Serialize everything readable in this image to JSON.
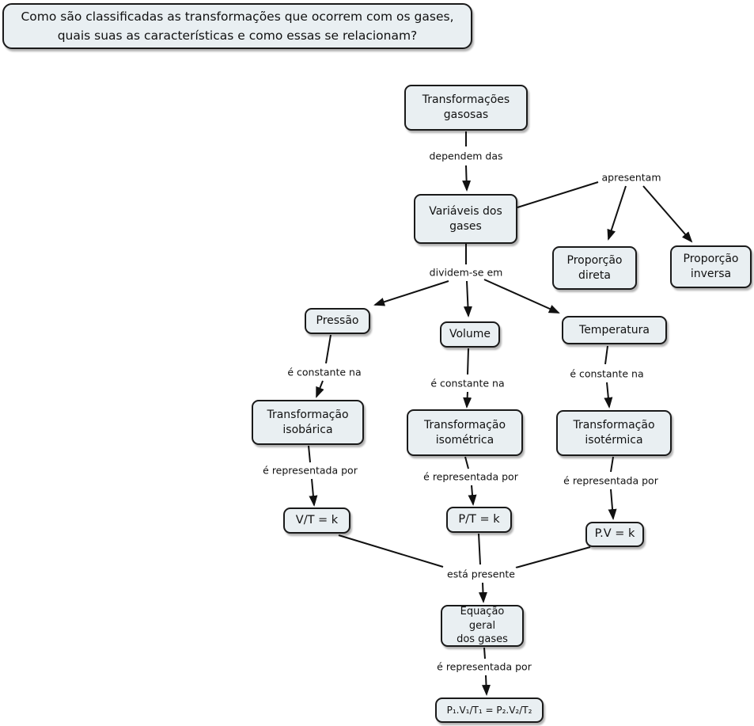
{
  "title": "Como são classificadas as transformações que ocorrem com os gases,\nquais suas as características e como essas se relacionam?",
  "nodes": {
    "transformacoes_gasosas": "Transformações\ngasosas",
    "variaveis_dos_gases": "Variáveis dos\ngases",
    "proporcao_direta": "Proporção\ndireta",
    "proporcao_inversa": "Proporção\ninversa",
    "pressao": "Pressão",
    "volume": "Volume",
    "temperatura": "Temperatura",
    "transformacao_isobarica": "Transformação\nisobárica",
    "transformacao_isometrica": "Transformação\nisométrica",
    "transformacao_isotermica": "Transformação\nisotérmica",
    "formula_isobarica": "V/T = k",
    "formula_isometrica": "P/T = k",
    "formula_isotermica": "P.V = k",
    "equacao_geral": "Equação geral\ndos gases",
    "formula_equacao_geral": "P₁.V₁/T₁ = P₂.V₂/T₂"
  },
  "edge_labels": {
    "dependem_das": "dependem das",
    "apresentam": "apresentam",
    "dividem_se_em": "dividem-se em",
    "e_constante_na_1": "é constante na",
    "e_constante_na_2": "é constante na",
    "e_constante_na_3": "é constante na",
    "e_representada_por_1": "é representada por",
    "e_representada_por_2": "é representada por",
    "e_representada_por_3": "é representada por",
    "esta_presente": "está presente",
    "e_representada_por_4": "é representada por"
  },
  "colors": {
    "node_fill": "#e9eff2",
    "node_border": "#1a1a1a",
    "line": "#111111",
    "background": "#ffffff"
  }
}
